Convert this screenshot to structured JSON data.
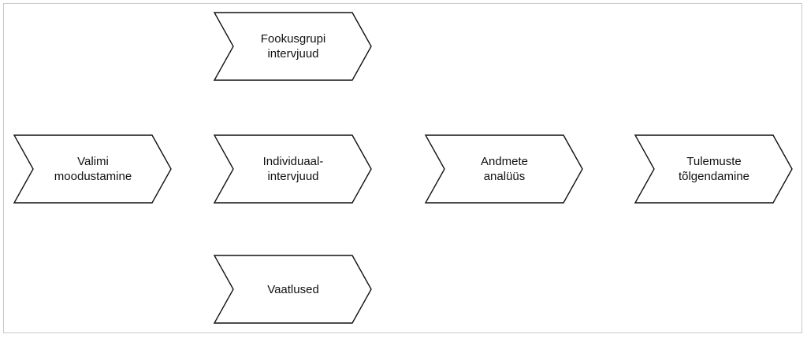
{
  "diagram": {
    "steps": {
      "sampling": {
        "label": "Valimi\nmoodustamine"
      },
      "focus_group": {
        "label": "Fookusgrupi\nintervjuud"
      },
      "individual": {
        "label": "Individuaal-\nintervjuud"
      },
      "observations": {
        "label": "Vaatlused"
      },
      "analysis": {
        "label": "Andmete\nanalüüs"
      },
      "interpretation": {
        "label": "Tulemuste\ntõlgendamine"
      }
    }
  }
}
